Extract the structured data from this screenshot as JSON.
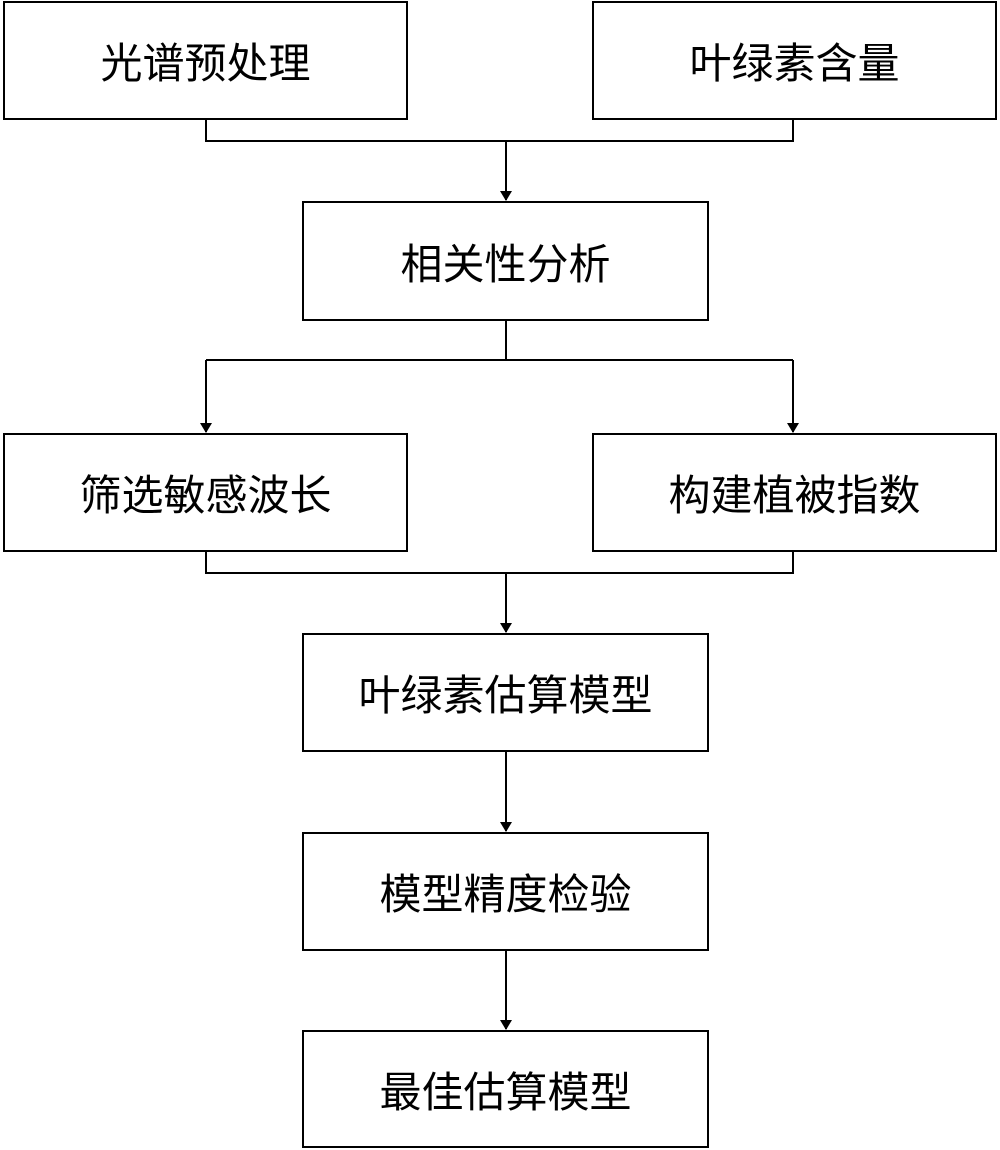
{
  "nodes": {
    "spectral_preprocessing": "光谱预处理",
    "chlorophyll_content": "叶绿素含量",
    "correlation_analysis": "相关性分析",
    "select_sensitive_wavelength": "筛选敏感波长",
    "build_vegetation_index": "构建植被指数",
    "chlorophyll_estimation_model": "叶绿素估算模型",
    "model_accuracy_test": "模型精度检验",
    "best_estimation_model": "最佳估算模型"
  },
  "edges": [
    {
      "from": "spectral_preprocessing",
      "to": "correlation_analysis"
    },
    {
      "from": "chlorophyll_content",
      "to": "correlation_analysis"
    },
    {
      "from": "correlation_analysis",
      "to": "select_sensitive_wavelength"
    },
    {
      "from": "correlation_analysis",
      "to": "build_vegetation_index"
    },
    {
      "from": "select_sensitive_wavelength",
      "to": "chlorophyll_estimation_model"
    },
    {
      "from": "build_vegetation_index",
      "to": "chlorophyll_estimation_model"
    },
    {
      "from": "chlorophyll_estimation_model",
      "to": "model_accuracy_test"
    },
    {
      "from": "model_accuracy_test",
      "to": "best_estimation_model"
    }
  ]
}
